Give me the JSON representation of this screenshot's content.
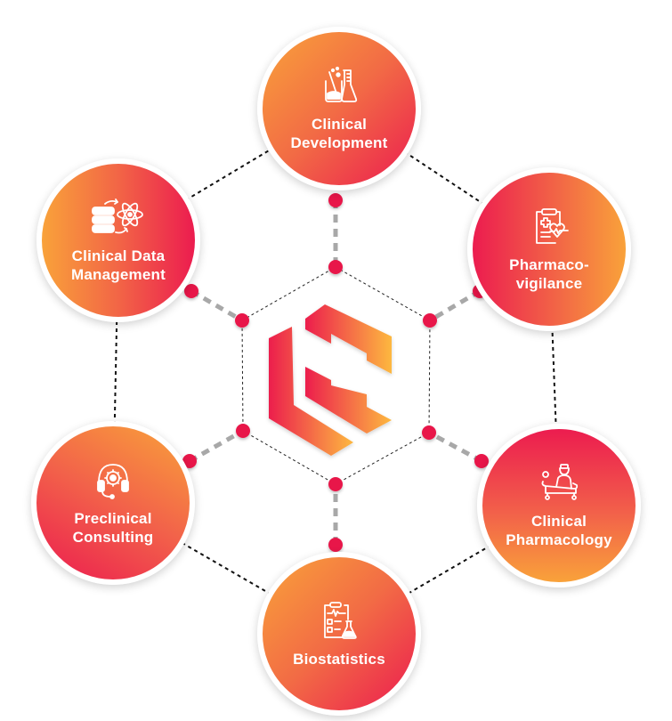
{
  "diagram": {
    "type": "hub-and-spoke hexagon",
    "center_logo": {
      "name": "LS monogram",
      "gradient": [
        "#ec1e4d",
        "#fdb840"
      ]
    },
    "colors": {
      "orange": "#f9a23a",
      "red": "#ec1c4f",
      "dot": "#e8194a",
      "connector": "#a8a8a8",
      "outer_line": "#111111",
      "label": "#ffffff"
    },
    "nodes": [
      {
        "id": "clinical-development",
        "label_line1": "Clinical",
        "label_line2": "Development",
        "icon": "lab-flask-icon"
      },
      {
        "id": "pharmacovigilance",
        "label_line1": "Pharmaco-",
        "label_line2": "vigilance",
        "icon": "clipboard-heart-icon"
      },
      {
        "id": "clinical-pharmacology",
        "label_line1": "Clinical",
        "label_line2": "Pharmacology",
        "icon": "patient-bed-icon"
      },
      {
        "id": "biostatistics",
        "label_line1": "Biostatistics",
        "label_line2": "",
        "icon": "clipboard-stats-flask-icon"
      },
      {
        "id": "preclinical-consulting",
        "label_line1": "Preclinical",
        "label_line2": "Consulting",
        "icon": "headset-gear-icon"
      },
      {
        "id": "clinical-data-management",
        "label_line1": "Clinical Data",
        "label_line2": "Management",
        "icon": "database-atom-icon"
      }
    ]
  }
}
